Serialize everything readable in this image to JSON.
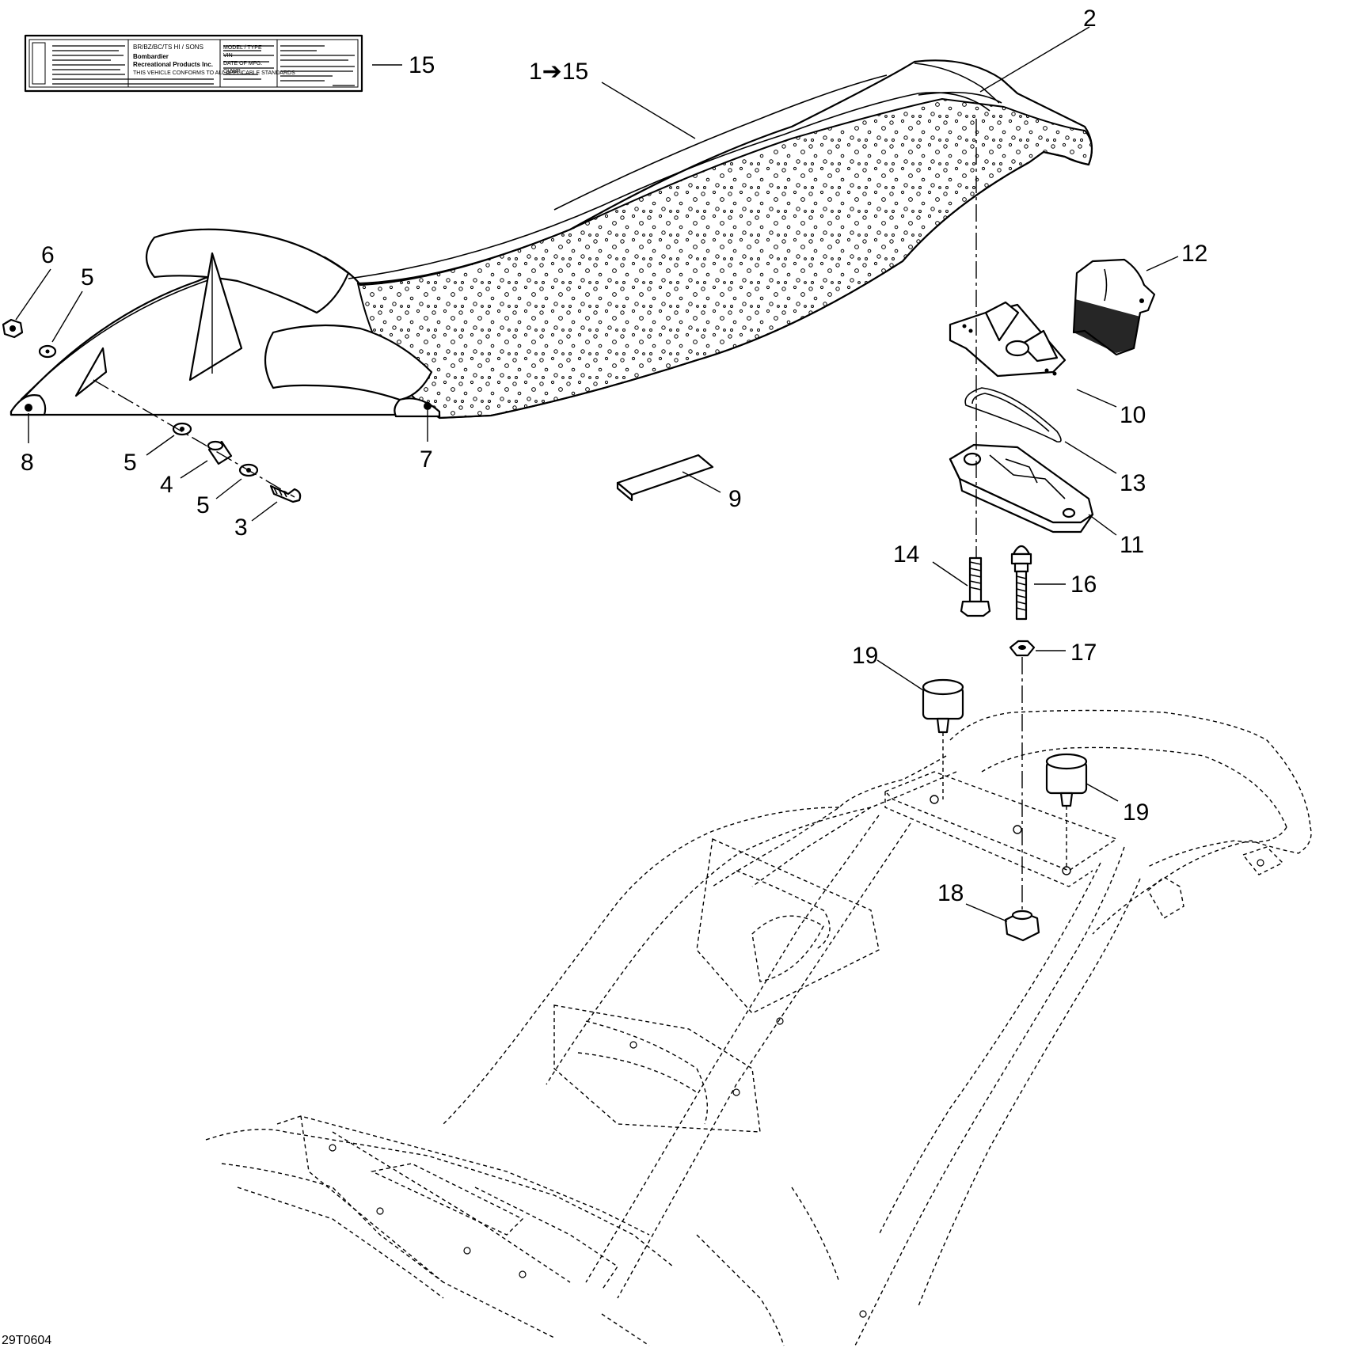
{
  "diagram_code": "29T0604",
  "label_sticker": {
    "left_column": [
      "BR/BZ/BC/TS HI / SONS",
      "Bombardier",
      "Recreational Products Inc.",
      "THIS VEHICLE CONFORMS TO ALL APPLICABLE STANDARDS"
    ],
    "right_column": [
      "MODEL / TYPE",
      "VIN",
      "DATE OF MFG.",
      "GVWR"
    ]
  },
  "callouts": [
    {
      "id": "c2",
      "text": "2"
    },
    {
      "id": "c1",
      "text": "1➔15"
    },
    {
      "id": "c15",
      "text": "15"
    },
    {
      "id": "c6",
      "text": "6"
    },
    {
      "id": "c5a",
      "text": "5"
    },
    {
      "id": "c8",
      "text": "8"
    },
    {
      "id": "c5b",
      "text": "5"
    },
    {
      "id": "c4",
      "text": "4"
    },
    {
      "id": "c5c",
      "text": "5"
    },
    {
      "id": "c3",
      "text": "3"
    },
    {
      "id": "c7",
      "text": "7"
    },
    {
      "id": "c9",
      "text": "9"
    },
    {
      "id": "c12",
      "text": "12"
    },
    {
      "id": "c10",
      "text": "10"
    },
    {
      "id": "c13",
      "text": "13"
    },
    {
      "id": "c11",
      "text": "11"
    },
    {
      "id": "c14",
      "text": "14"
    },
    {
      "id": "c16",
      "text": "16"
    },
    {
      "id": "c17",
      "text": "17"
    },
    {
      "id": "c19a",
      "text": "19"
    },
    {
      "id": "c19b",
      "text": "19"
    },
    {
      "id": "c18",
      "text": "18"
    }
  ]
}
